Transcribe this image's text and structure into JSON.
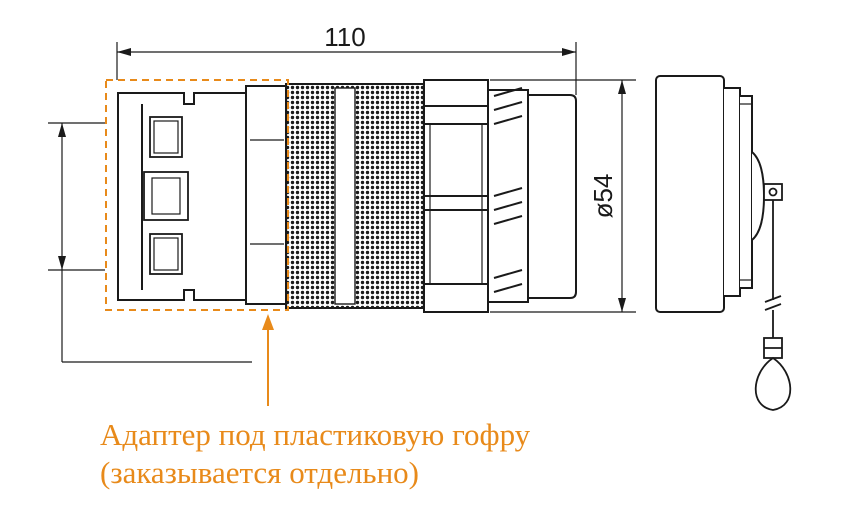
{
  "dimensions": {
    "length_label": "110",
    "diameter_label": "ø54"
  },
  "callout": {
    "line1": "Адаптер под пластиковую гофру",
    "line2": "(заказывается отдельно)"
  },
  "colors": {
    "outline": "#1a1a1a",
    "accent": "#e88a1a",
    "background": "#ffffff"
  }
}
